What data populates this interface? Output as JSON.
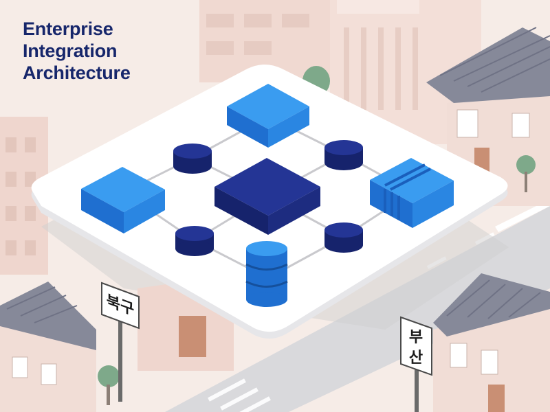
{
  "title": {
    "lines": [
      "Enterprise",
      "Integration",
      "Architecture"
    ]
  },
  "signs": {
    "left": "북구",
    "right_top": "부",
    "right_bottom": "산"
  },
  "colors": {
    "background": "#f6ece7",
    "title": "#16266b",
    "platform": "#ffffff",
    "light_blue": "#2f8fe6",
    "mid_blue": "#1f6fd0",
    "navy": "#1c2c83",
    "roof": "#7e8196",
    "building": "#f2dcd5",
    "road": "#d8d8da",
    "tree": "#7ea98a"
  },
  "icons": [
    "block-icon",
    "node-icon",
    "database-icon",
    "server-icon",
    "street-sign-icon",
    "tree-icon",
    "house-icon"
  ]
}
